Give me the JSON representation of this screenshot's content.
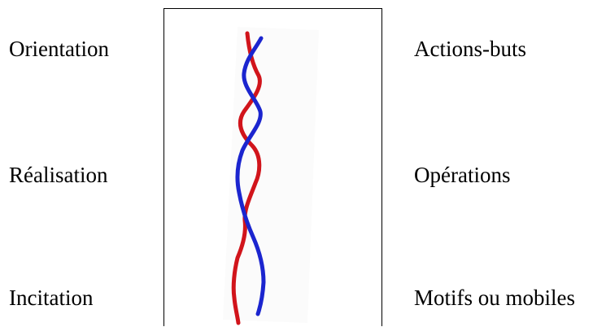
{
  "left_labels": {
    "top": "Orientation",
    "middle": "Réalisation",
    "bottom": "Incitation"
  },
  "right_labels": {
    "top": "Actions-buts",
    "middle": "Opérations",
    "bottom": "Motifs ou mobiles"
  },
  "colors": {
    "strand_a": "#d1141b",
    "strand_b": "#1b25cf"
  }
}
